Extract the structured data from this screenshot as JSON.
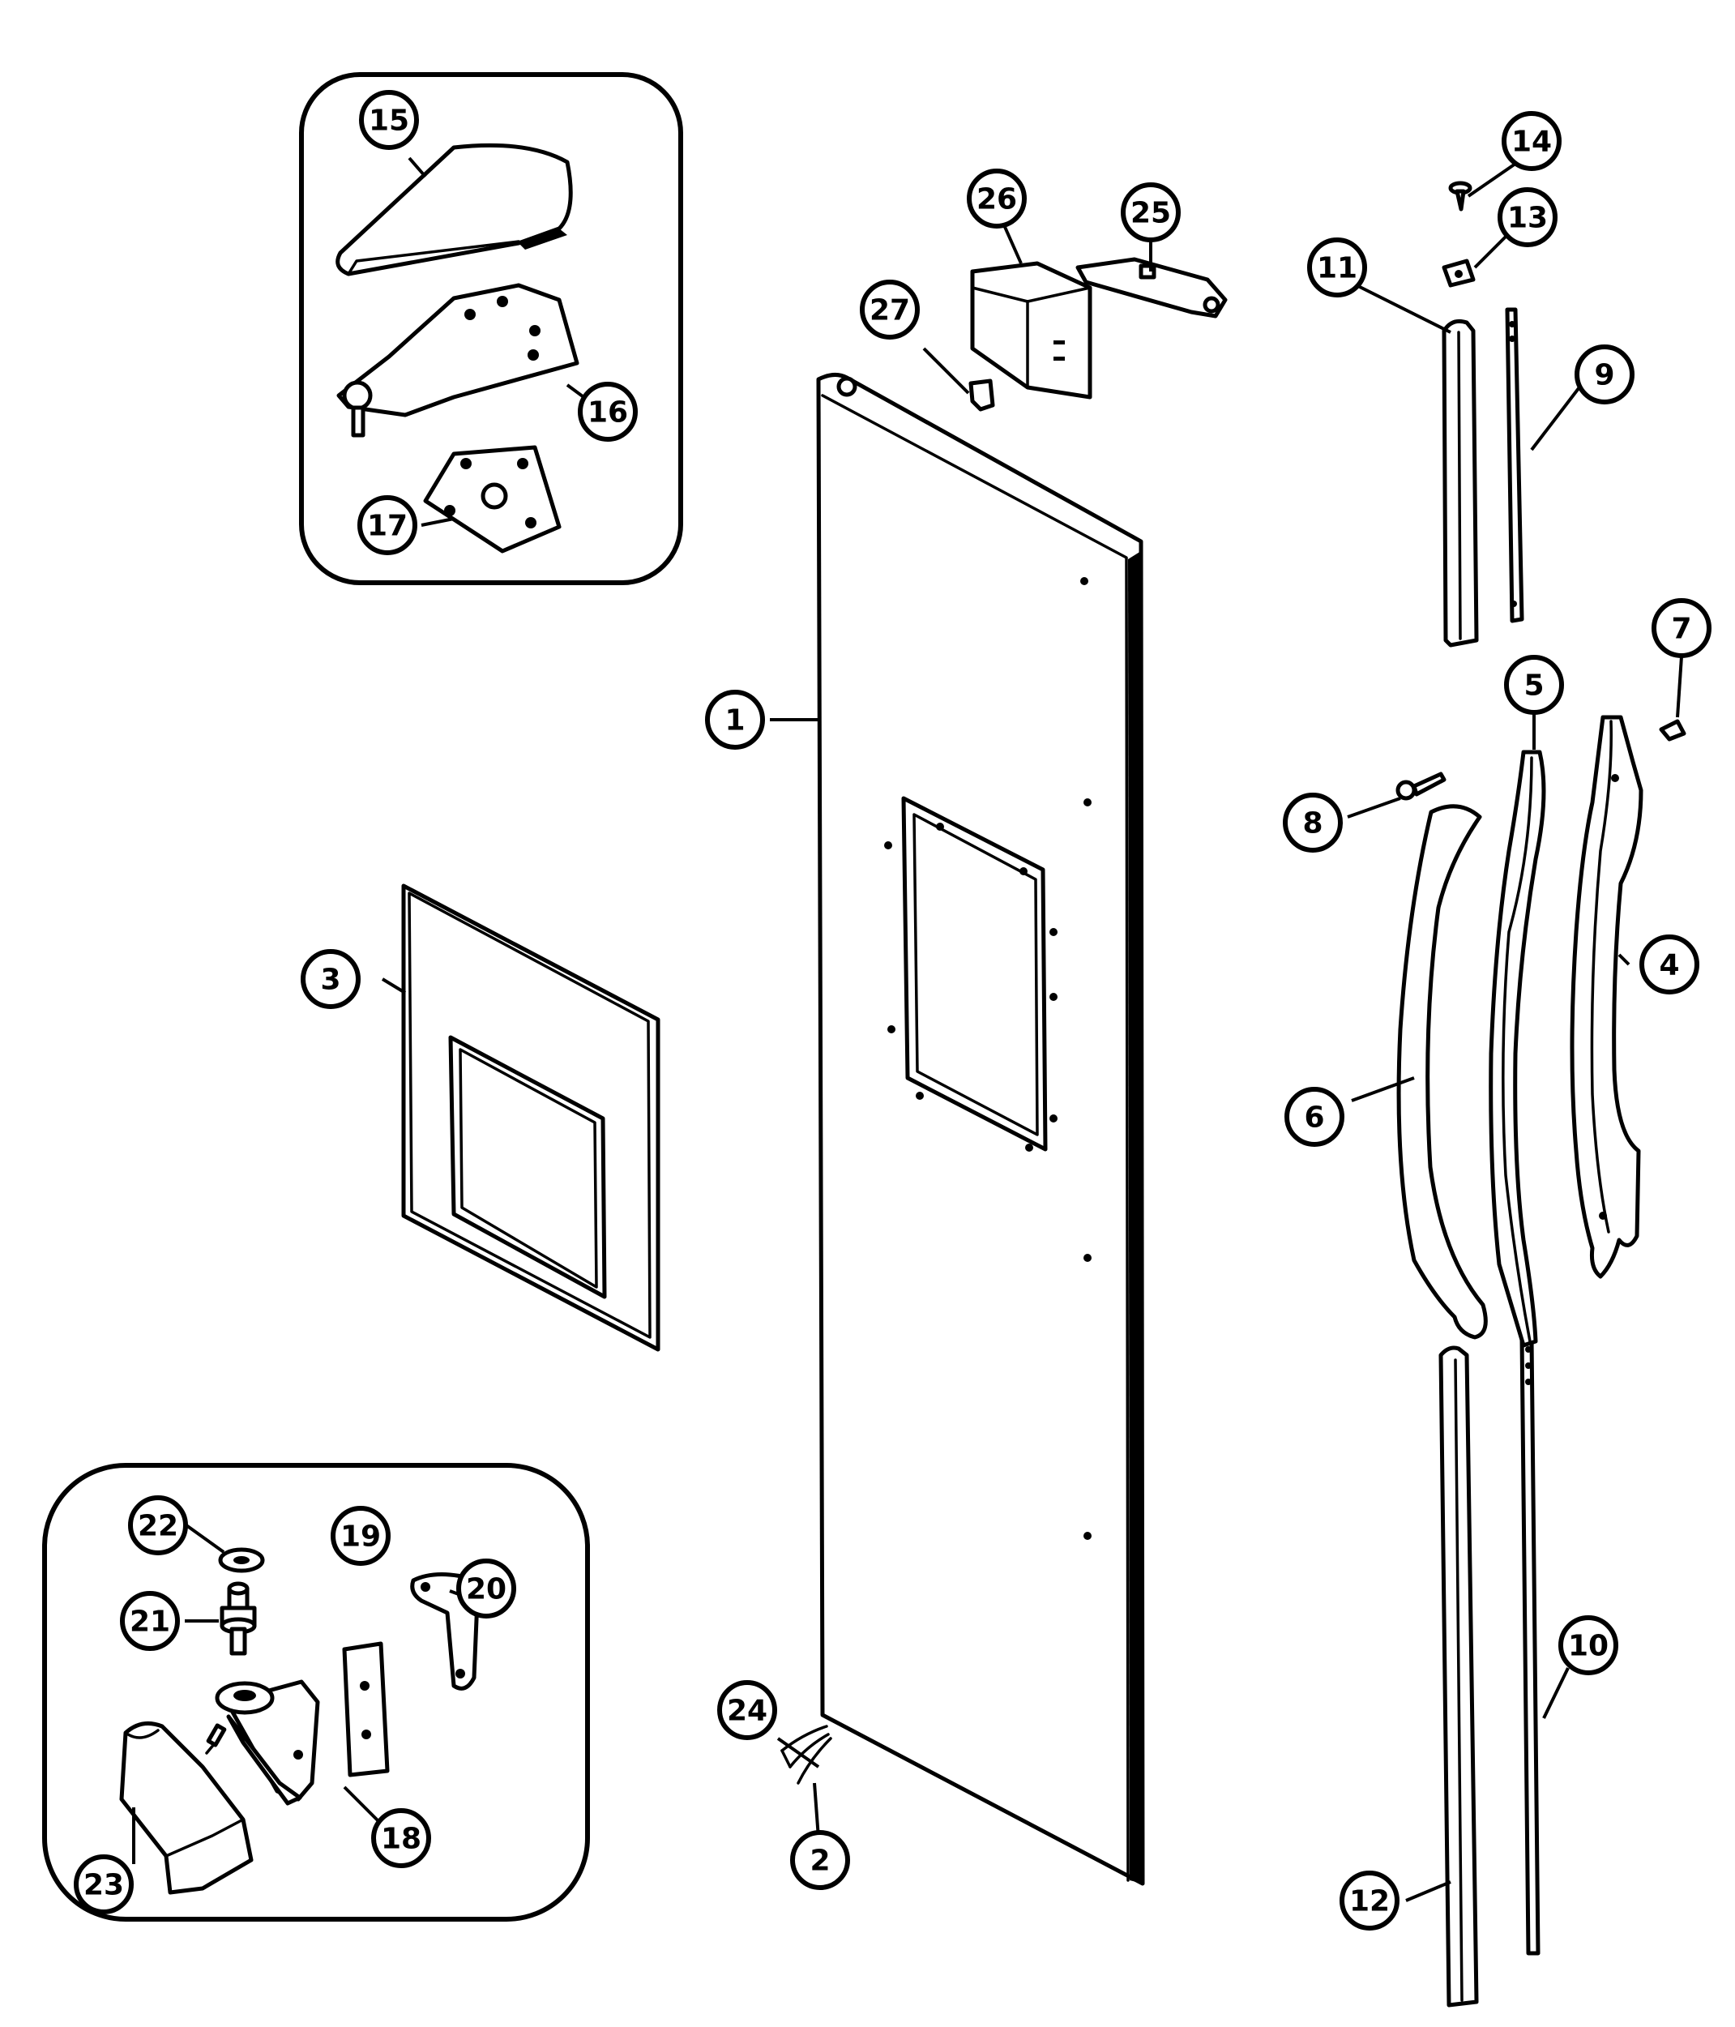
{
  "diagram": {
    "callouts": [
      {
        "id": "p1",
        "label": "1"
      },
      {
        "id": "p2",
        "label": "2"
      },
      {
        "id": "p3",
        "label": "3"
      },
      {
        "id": "p4",
        "label": "4"
      },
      {
        "id": "p5",
        "label": "5"
      },
      {
        "id": "p6",
        "label": "6"
      },
      {
        "id": "p7",
        "label": "7"
      },
      {
        "id": "p8",
        "label": "8"
      },
      {
        "id": "p9",
        "label": "9"
      },
      {
        "id": "p10",
        "label": "10"
      },
      {
        "id": "p11",
        "label": "11"
      },
      {
        "id": "p12",
        "label": "12"
      },
      {
        "id": "p13",
        "label": "13"
      },
      {
        "id": "p14",
        "label": "14"
      },
      {
        "id": "p15",
        "label": "15"
      },
      {
        "id": "p16",
        "label": "16"
      },
      {
        "id": "p17",
        "label": "17"
      },
      {
        "id": "p18",
        "label": "18"
      },
      {
        "id": "p19",
        "label": "19"
      },
      {
        "id": "p20",
        "label": "20"
      },
      {
        "id": "p21",
        "label": "21"
      },
      {
        "id": "p22",
        "label": "22"
      },
      {
        "id": "p23",
        "label": "23"
      },
      {
        "id": "p24",
        "label": "24"
      },
      {
        "id": "p25",
        "label": "25"
      },
      {
        "id": "p26",
        "label": "26"
      },
      {
        "id": "p27",
        "label": "27"
      }
    ]
  }
}
